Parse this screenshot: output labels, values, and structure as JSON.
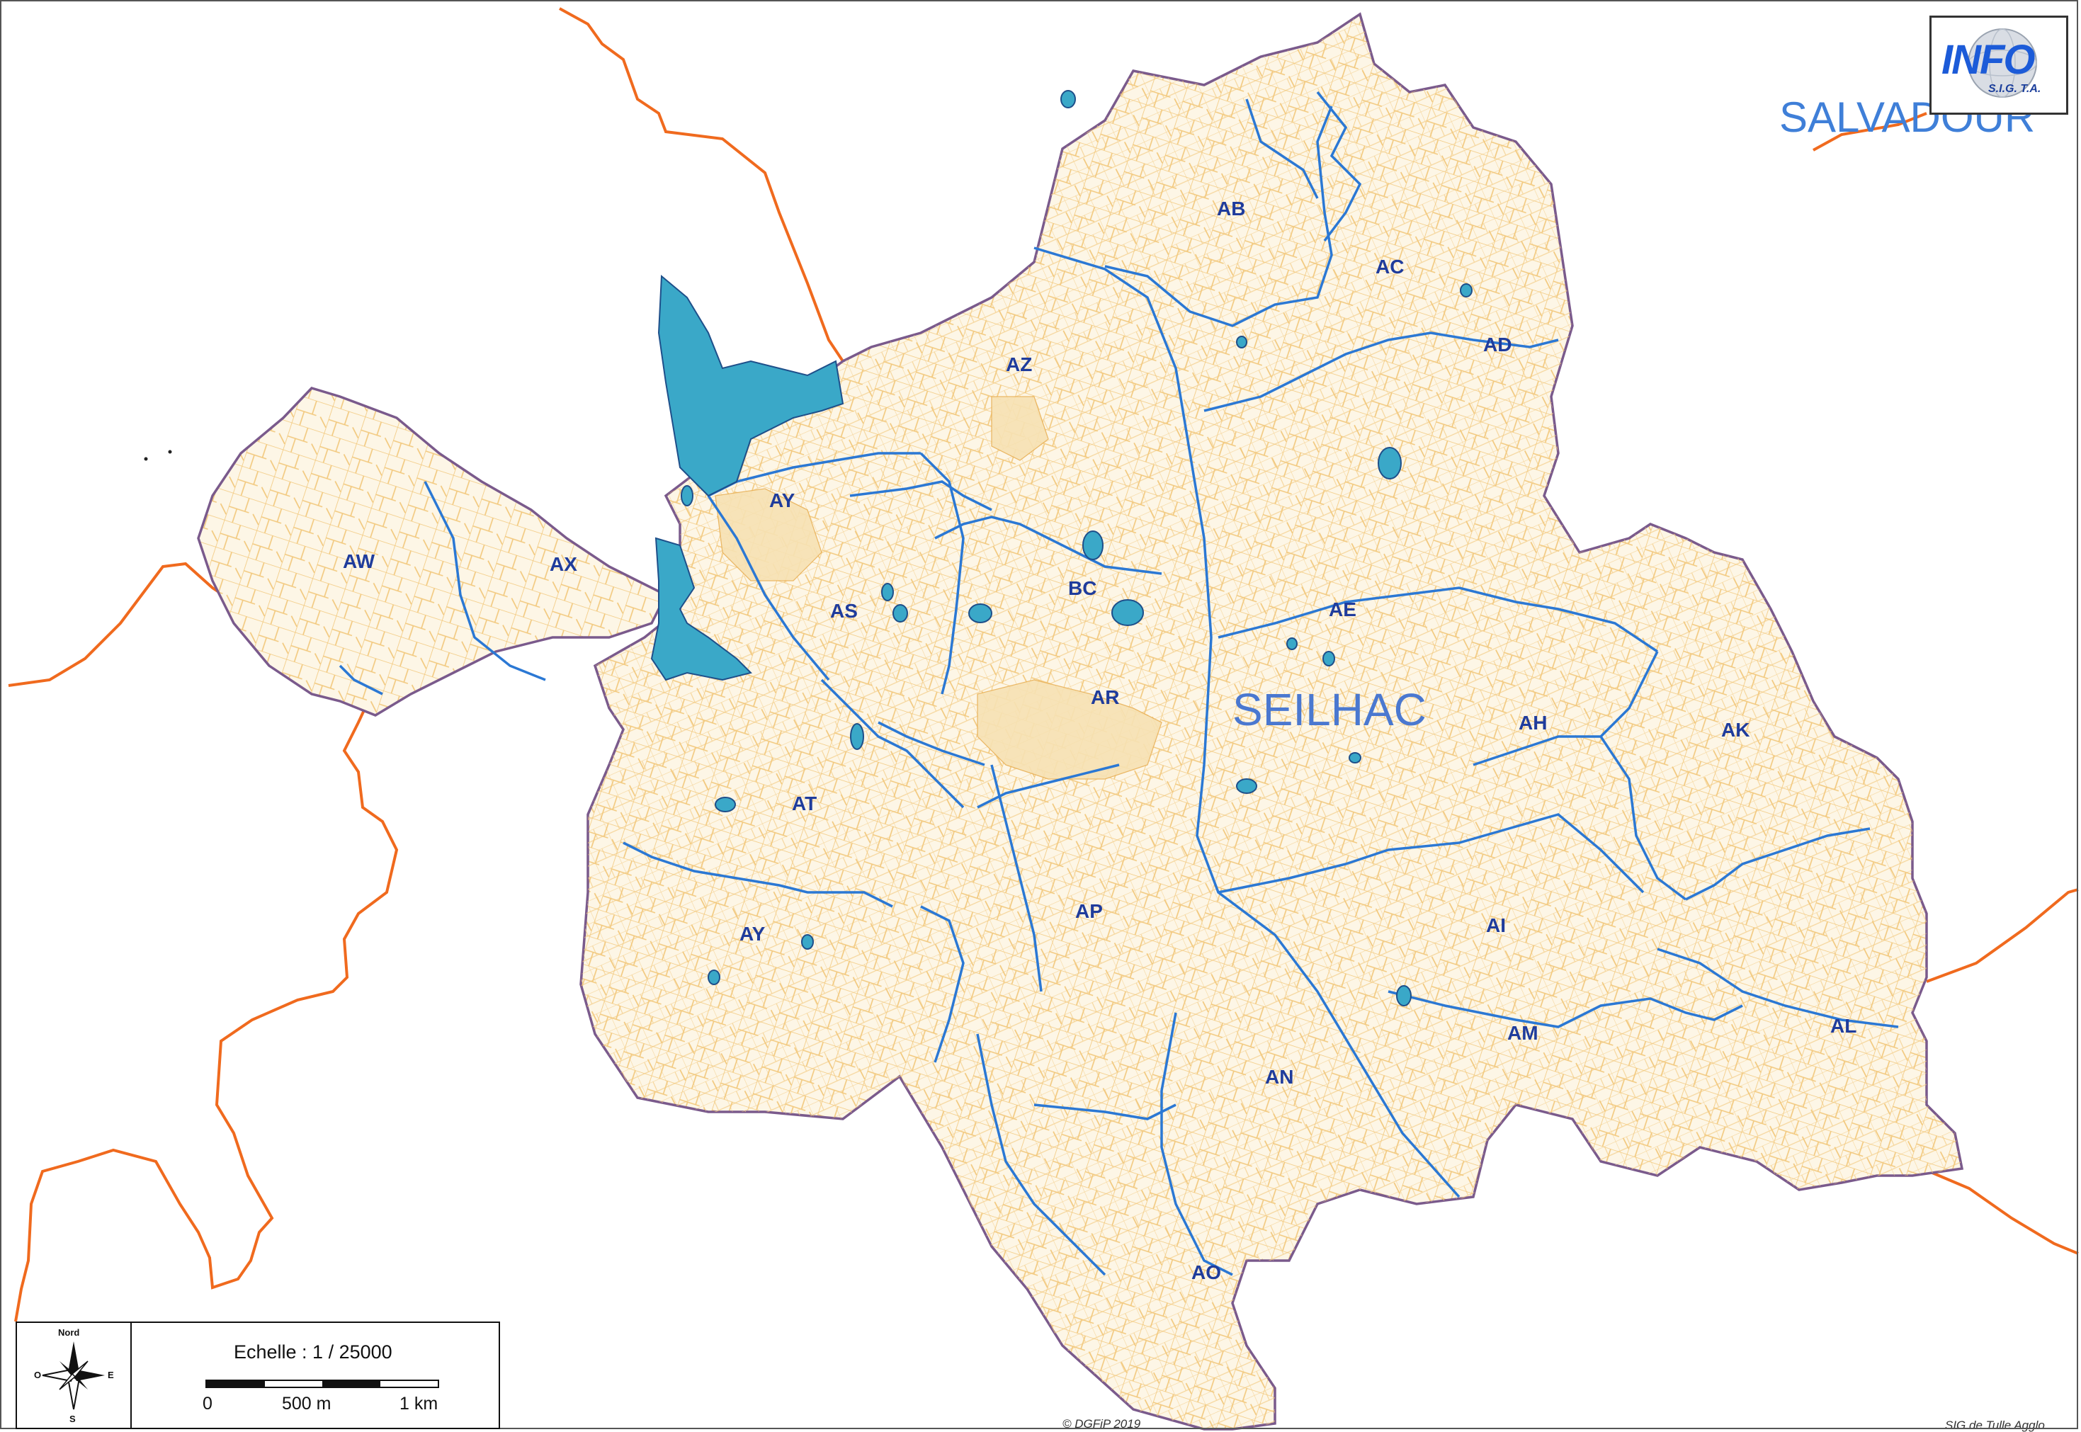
{
  "map": {
    "commune_name": "SEILHAC",
    "neighbor_name": "SALVADOUR",
    "sections": [
      "AB",
      "AC",
      "AD",
      "AZ",
      "AY",
      "AW",
      "AX",
      "AS",
      "BC",
      "AE",
      "AR",
      "AH",
      "AK",
      "AT",
      "AY",
      "AP",
      "AI",
      "AN",
      "AM",
      "AL",
      "AO"
    ]
  },
  "legend": {
    "north_label": "Nord",
    "dir_o": "O",
    "dir_e": "E",
    "dir_s": "S",
    "scale_title": "Echelle : 1 / 25000",
    "tick_0": "0",
    "tick_500": "500 m",
    "tick_1km": "1 km"
  },
  "logo": {
    "text": "INFO",
    "sub": "S.I.G. T.A."
  },
  "credits": {
    "left": "© DGFiP 2019",
    "right": "SIG de Tulle Agglo"
  },
  "colors": {
    "boundary_orange": "#f06a1e",
    "commune_border": "#7a5a8c",
    "parcel_lines": "#f0c070",
    "land_fill": "#fdf4de",
    "section_lines": "#2b78d4",
    "water": "#3aa8c8",
    "label_blue": "#1f3c9c"
  }
}
